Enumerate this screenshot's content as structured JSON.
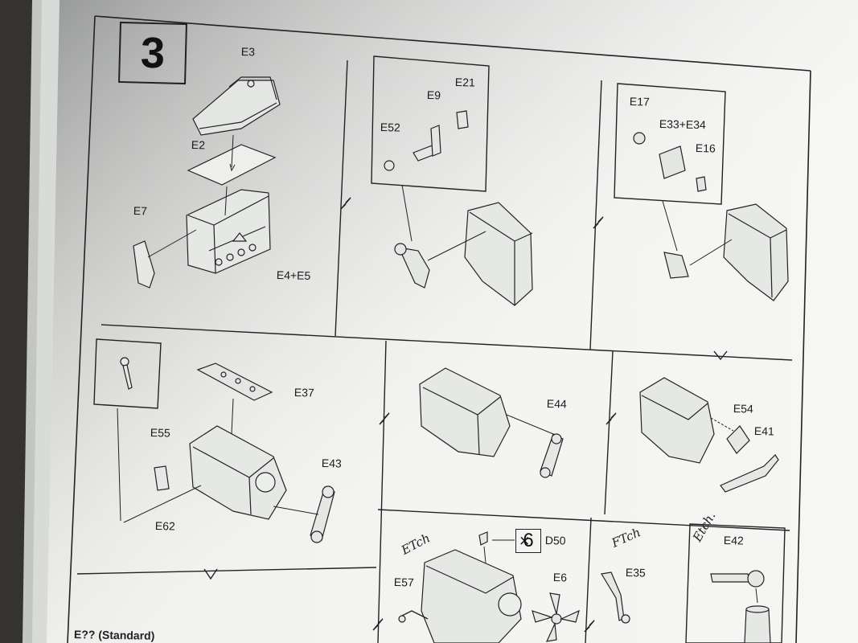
{
  "step": {
    "number": "3"
  },
  "labels": {
    "e3": "E3",
    "e2": "E2",
    "e7": "E7",
    "e4e5": "E4+E5",
    "e21": "E21",
    "e9": "E9",
    "e52": "E52",
    "e17": "E17",
    "e33e34": "E33+E34",
    "e16": "E16",
    "e37": "E37",
    "e55": "E55",
    "e43": "E43",
    "e62": "E62",
    "e44": "E44",
    "e54": "E54",
    "e41": "E41",
    "qty_prefix": "×",
    "qty_value": "6",
    "d50": "D50",
    "e57": "E57",
    "e6": "E6",
    "e35": "E35",
    "e42": "E42"
  },
  "handwritten": {
    "etch1": "ETch",
    "etch2": "FTch",
    "etch3": "Etch."
  },
  "footer": {
    "text": "E?? (Standard)"
  },
  "colors": {
    "paper": "#f1f2ef",
    "shadow": "#2e2d2b",
    "ink": "#1a1a1a"
  }
}
